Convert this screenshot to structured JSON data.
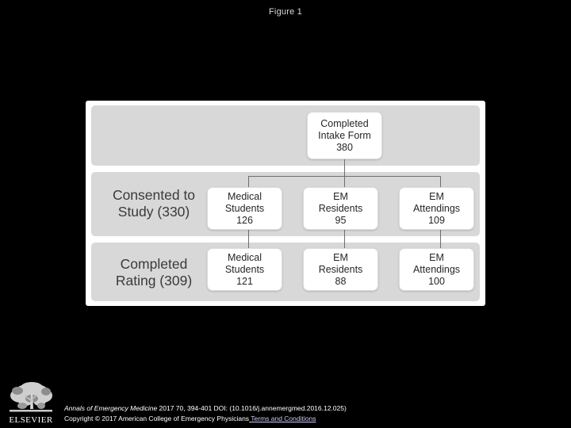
{
  "figure": {
    "title": "Figure 1"
  },
  "diagram": {
    "type": "flowchart",
    "top_node": {
      "line1": "Completed",
      "line2": "Intake Form",
      "value": "380"
    },
    "rows": [
      {
        "label_line1": "Consented to",
        "label_line2": "Study (330)",
        "total": 330,
        "nodes": [
          {
            "line1": "Medical",
            "line2": "Students",
            "value": "126"
          },
          {
            "line1": "EM",
            "line2": "Residents",
            "value": "95"
          },
          {
            "line1": "EM",
            "line2": "Attendings",
            "value": "109"
          }
        ]
      },
      {
        "label_line1": "Completed",
        "label_line2": "Rating (309)",
        "total": 309,
        "nodes": [
          {
            "line1": "Medical",
            "line2": "Students",
            "value": "121"
          },
          {
            "line1": "EM",
            "line2": "Residents",
            "value": "88"
          },
          {
            "line1": "EM",
            "line2": "Attendings",
            "value": "100"
          }
        ]
      }
    ]
  },
  "footer": {
    "journal": "Annals of Emergency Medicine",
    "citation": " 2017 70, 394-401 DOI: (10.1016/j.annemergmed.2016.12.025)",
    "copyright": "Copyright © 2017 American College of Emergency Physicians",
    "terms_link": " Terms and Conditions"
  },
  "logo": {
    "wordmark": "ELSEVIER",
    "icon": "elsevier-tree-logo"
  },
  "colors": {
    "background": "#000000",
    "panel": "#ffffff",
    "band": "#d8d8d8",
    "node_text": "#262626",
    "label_text": "#3a3a3a",
    "connector": "#6e6e6e",
    "link": "#c9c9f2"
  }
}
